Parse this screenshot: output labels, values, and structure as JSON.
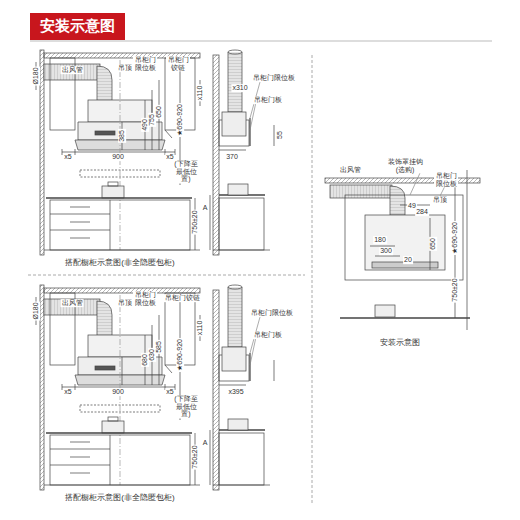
{
  "diagram": {
    "nodes": [
      {
        "text": [
          "安装示意图"
        ]
      }
    ],
    "labels": [
      "Ø180",
      "出风管",
      "吊顶",
      "吊柜门 限位板",
      "吊柜门 铰链",
      "x110",
      "x5",
      "900",
      "x5",
      "385",
      "490",
      "755",
      "650",
      "★690-920",
      "(下降至 最低位置)",
      "750±20",
      "A",
      "x310",
      "吊柜门限位板",
      "吊柜门板",
      "55",
      "370",
      "搭配橱柜示意图(非全隐匿包柜)",
      "出风管",
      "装饰罩挂钩 (选购)",
      "吊柜门 限位板",
      "吊顶",
      "49",
      "284",
      "180",
      "300",
      "20",
      "650",
      "★690-920",
      "750±20",
      "安装示意图",
      "Ø180",
      "出风管",
      "吊顶",
      "吊柜门 限位板",
      "吊柜门铰链",
      "x110",
      "x5",
      "900",
      "x5",
      "680",
      "630",
      "585",
      "★690-920",
      "(下降至 最低位置)",
      "750±20",
      "A",
      "吊柜门限位板",
      "吊柜门板",
      "x395",
      "搭配橱柜示意图(非全隐匿包柜)"
    ]
  }
}
